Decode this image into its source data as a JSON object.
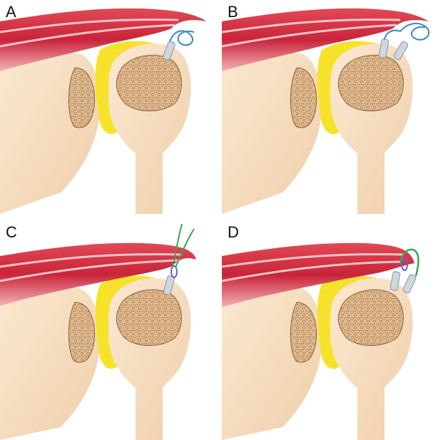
{
  "panels": [
    {
      "id": "a",
      "label": "A",
      "suture": "blue",
      "anchors": 1,
      "tied": false
    },
    {
      "id": "b",
      "label": "B",
      "suture": "blue",
      "anchors": 2,
      "tied": false
    },
    {
      "id": "c",
      "label": "C",
      "suture": "green",
      "anchors": 1,
      "tied": false
    },
    {
      "id": "d",
      "label": "D",
      "suture": "green",
      "anchors": 2,
      "tied": true
    }
  ],
  "colors": {
    "muscle": "#d4303c",
    "muscle_light": "#f3a6ab",
    "bone": "#f6dcbf",
    "bone_shade": "#e9c8a4",
    "cartilage": "#f7e22b",
    "cancellous": "#c79a6a",
    "suture_blue": "#3b87c4",
    "suture_green": "#3aa35a",
    "anchor": "#cfd6de"
  }
}
